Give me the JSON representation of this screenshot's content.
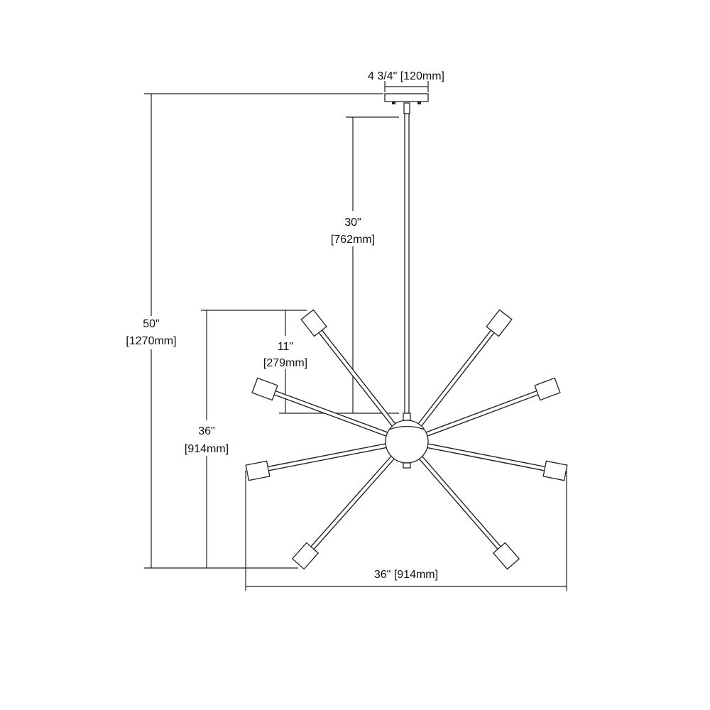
{
  "title": "Chandelier dimension drawing",
  "dimensions": {
    "canopy_width": "4 3/4\" [120mm]",
    "overall_height_in": "50\"",
    "overall_height_mm": "[1270mm]",
    "stem_length_in": "30\"",
    "stem_length_mm": "[762mm]",
    "arm_rise_in": "11\"",
    "arm_rise_mm": "[279mm]",
    "fixture_height_in": "36\"",
    "fixture_height_mm": "[914mm]",
    "fixture_width": "36\" [914mm]"
  },
  "arm_count": 8
}
